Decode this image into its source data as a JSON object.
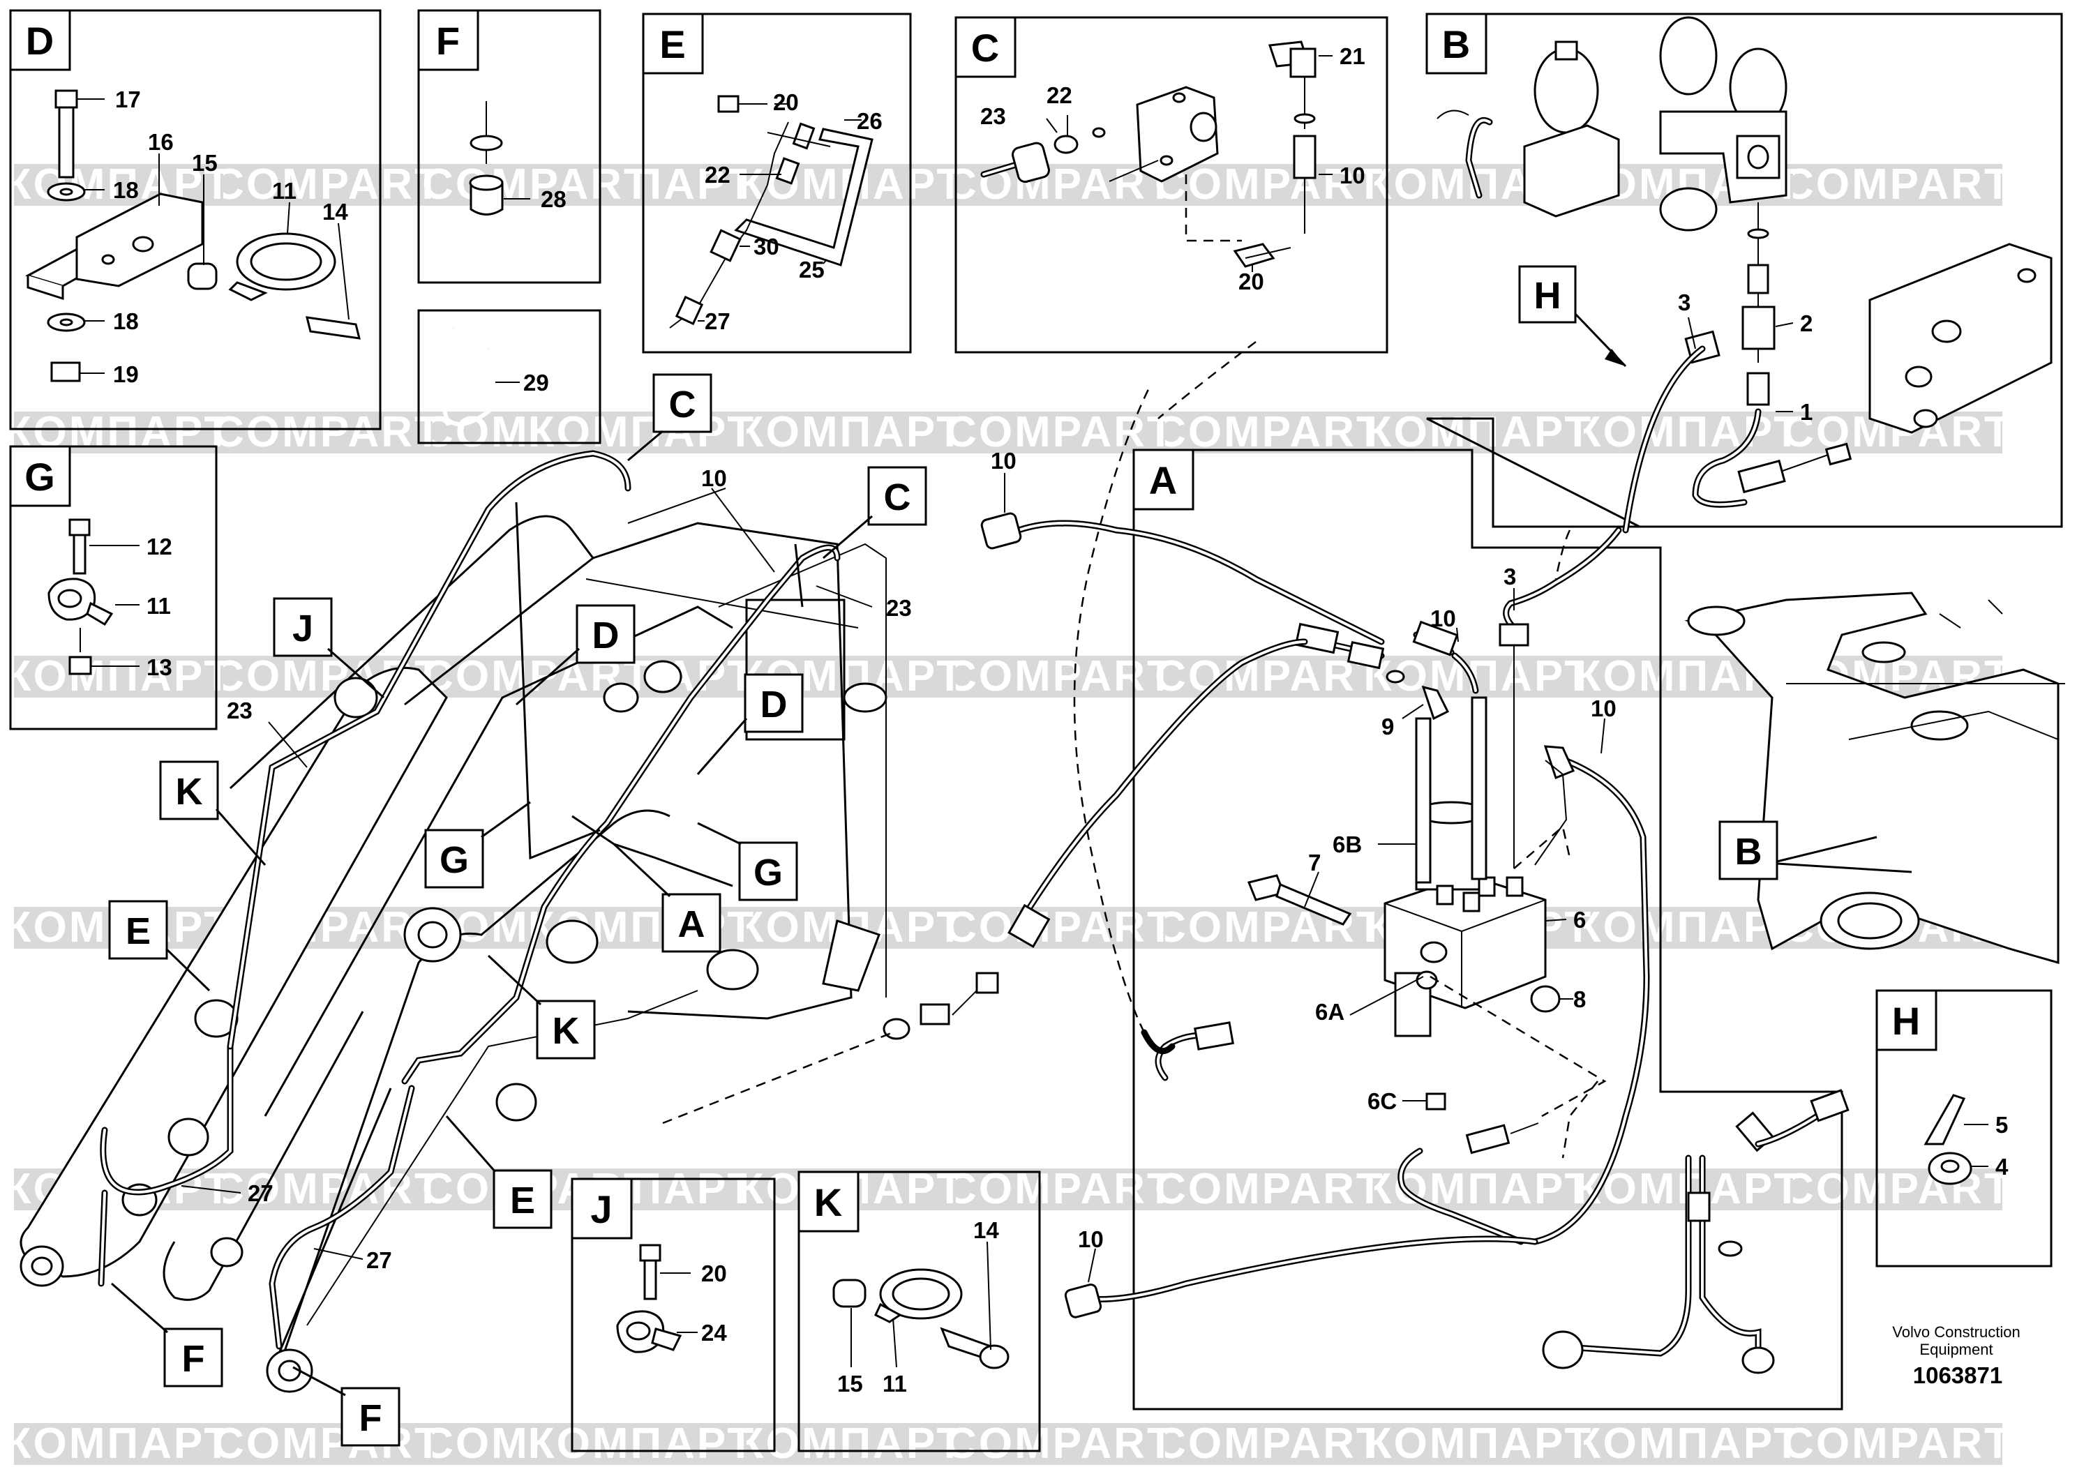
{
  "watermarks": [
    "COMPART",
    "КОМПАРТ"
  ],
  "publisher": {
    "line1": "Volvo Construction",
    "line2": "Equipment",
    "number": "1063871"
  },
  "panels": {
    "D": {
      "letter": "D",
      "parts": [
        "17",
        "16",
        "15",
        "11",
        "14",
        "18",
        "18",
        "19"
      ]
    },
    "F": {
      "letter": "F",
      "parts": [
        "28"
      ]
    },
    "F29": {
      "parts": [
        "29"
      ]
    },
    "E": {
      "letter": "E",
      "parts": [
        "20",
        "26",
        "22",
        "30",
        "25",
        "27"
      ]
    },
    "C": {
      "letter": "C",
      "parts": [
        "21",
        "22",
        "23",
        "10",
        "20"
      ]
    },
    "B": {
      "letter": "B",
      "parts": [
        "H",
        "3",
        "2",
        "1"
      ]
    },
    "G": {
      "letter": "G",
      "parts": [
        "12",
        "11",
        "13"
      ]
    },
    "A": {
      "letter": "A",
      "parts": [
        "3",
        "10",
        "9",
        "10",
        "6B",
        "7",
        "6",
        "6A",
        "8",
        "6C"
      ]
    },
    "H": {
      "letter": "H",
      "parts": [
        "5",
        "4"
      ]
    },
    "J": {
      "letter": "J",
      "parts": [
        "20",
        "24"
      ]
    },
    "K": {
      "letter": "K",
      "parts": [
        "14",
        "15",
        "11"
      ]
    }
  },
  "main": {
    "callouts": [
      "C",
      "C",
      "D",
      "D",
      "J",
      "K",
      "G",
      "G",
      "A",
      "E",
      "K",
      "E",
      "F",
      "F",
      "B"
    ],
    "parts": [
      "10",
      "23",
      "23",
      "27",
      "27",
      "10",
      "10"
    ]
  }
}
